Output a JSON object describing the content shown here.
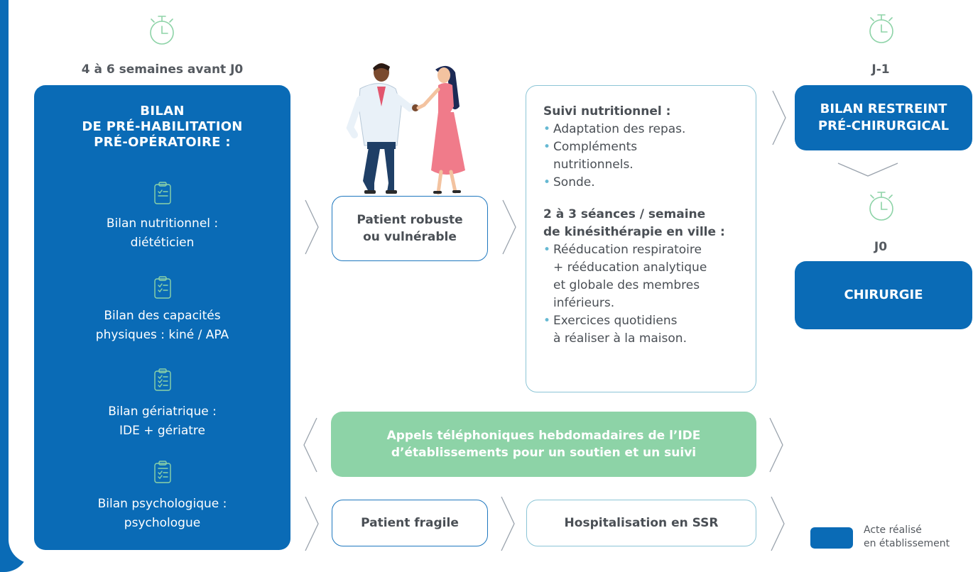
{
  "timelines": {
    "start": "4 à 6 semaines avant J0",
    "jminus1": "J-1",
    "j0": "J0"
  },
  "bilan": {
    "title_lines": [
      "BILAN",
      "DE PRÉ-HABILITATION",
      "PRÉ-OPÉRATOIRE :"
    ],
    "items": [
      {
        "line1": "Bilan nutritionnel :",
        "line2": "diététicien"
      },
      {
        "line1": "Bilan des capacités",
        "line2": "physiques : kiné / APA"
      },
      {
        "line1": "Bilan gériatrique :",
        "line2": "IDE + gériatre"
      },
      {
        "line1": "Bilan psychologique :",
        "line2": "psychologue"
      }
    ]
  },
  "patient_robuste": {
    "line1": "Patient robuste",
    "line2": "ou vulnérable"
  },
  "suivi": {
    "nutrition_head": "Suivi nutritionnel :",
    "nutrition_items": [
      [
        "Adaptation des repas."
      ],
      [
        "Compléments",
        "nutritionnels."
      ],
      [
        "Sonde."
      ]
    ],
    "kine_head_line1": "2 à 3 séances / semaine",
    "kine_head_line2": "de kinésithérapie en ville :",
    "kine_items": [
      [
        "Rééducation respiratoire",
        "+ rééducation analytique",
        "et globale des membres",
        "inférieurs."
      ],
      [
        "Exercices quotidiens",
        "à réaliser à la maison."
      ]
    ]
  },
  "appels": {
    "line1": "Appels téléphoniques hebdomadaires de l’IDE",
    "line2": "d’établissements pour un soutien et un suivi"
  },
  "patient_fragile": "Patient fragile",
  "hospitalisation": "Hospitalisation en SSR",
  "bilan_restreint": {
    "line1": "BILAN RESTREINT",
    "line2": "PRÉ-CHIRURGICAL"
  },
  "chirurgie": "CHIRURGIE",
  "legend": {
    "line1": "Acte réalisé",
    "line2": "en établissement"
  },
  "colors": {
    "primary_blue": "#0a6bb6",
    "green": "#8dd3a7",
    "outline_blue": "#1f78bf",
    "outline_light": "#8cc5d6",
    "bullet": "#66b9d3",
    "icon_green": "#8dd3a7"
  }
}
